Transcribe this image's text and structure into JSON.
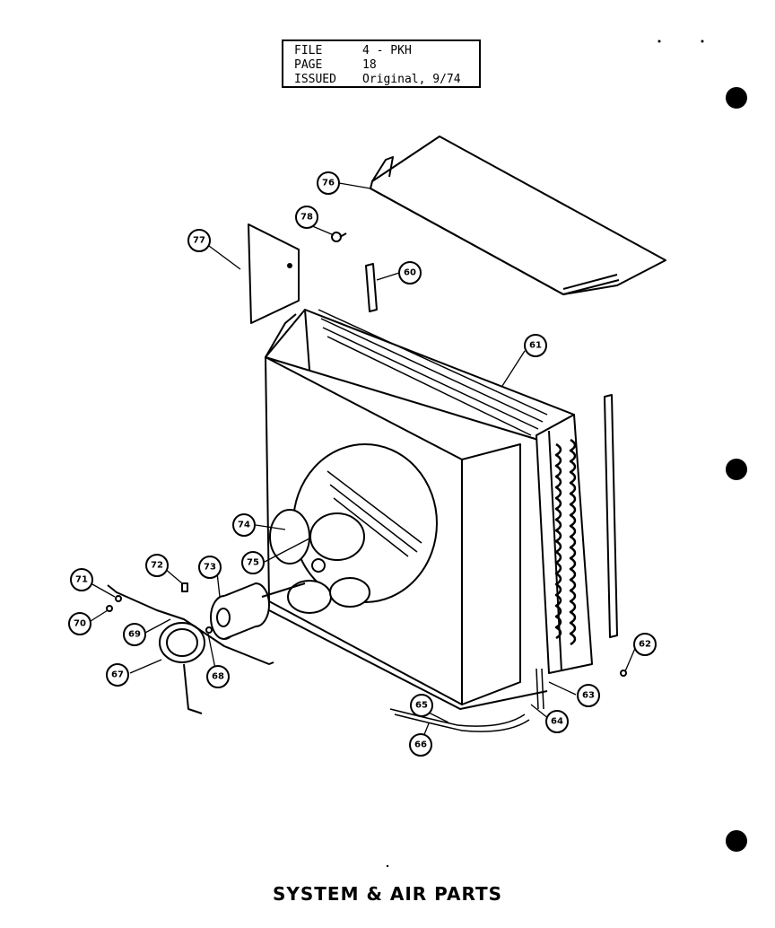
{
  "header": {
    "rows": [
      {
        "key": "FILE",
        "value": "4 - PKH"
      },
      {
        "key": "PAGE",
        "value": "18"
      },
      {
        "key": "ISSUED",
        "value": "Original, 9/74"
      }
    ]
  },
  "title": "SYSTEM & AIR PARTS",
  "callouts": [
    "60",
    "61",
    "62",
    "63",
    "64",
    "65",
    "66",
    "67",
    "68",
    "69",
    "70",
    "71",
    "72",
    "73",
    "74",
    "75",
    "76",
    "77",
    "78"
  ]
}
